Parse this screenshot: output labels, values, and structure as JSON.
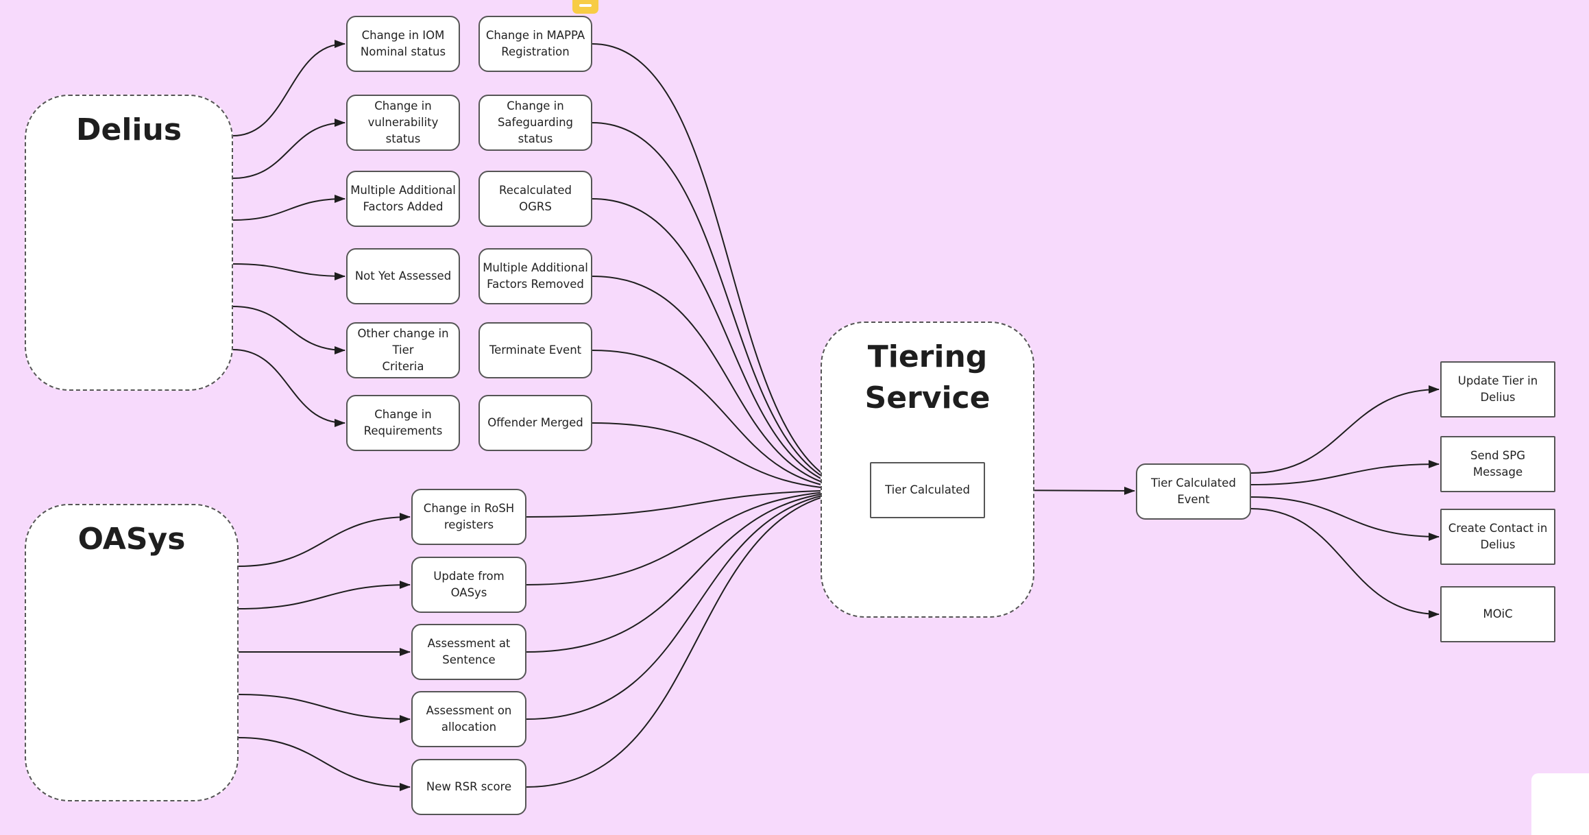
{
  "containers": {
    "delius": {
      "title": "Delius"
    },
    "oasys": {
      "title": "OASys"
    },
    "tiering": {
      "title": "Tiering\nService"
    }
  },
  "delius_events": [
    "Change in IOM\nNominal status",
    "Change in vulnerability\nstatus",
    "Multiple Additional\nFactors Added",
    "Not Yet Assessed",
    "Other change in Tier\nCriteria",
    "Change in\nRequirements"
  ],
  "delius_sources": [
    "Change in MAPPA\nRegistration",
    "Change in\nSafeguarding status",
    "Recalculated OGRS",
    "Multiple Additional\nFactors Removed",
    "Terminate Event",
    "Offender Merged"
  ],
  "oasys_events": [
    "Change in RoSH\nregisters",
    "Update from OASys",
    "Assessment at\nSentence",
    "Assessment on\nallocation",
    "New RSR score"
  ],
  "tier_calculated": "Tier Calculated",
  "tier_calculated_event": "Tier Calculated\nEvent",
  "outputs": [
    "Update Tier in Delius",
    "Send SPG Message",
    "Create Contact in\nDelius",
    "MOiC"
  ],
  "colors": {
    "background": "#f7dafc",
    "node_fill": "#ffffff",
    "stroke": "#1e1e1e",
    "comment": "#f7cc45"
  },
  "icons": {
    "comment": "comment-icon"
  }
}
